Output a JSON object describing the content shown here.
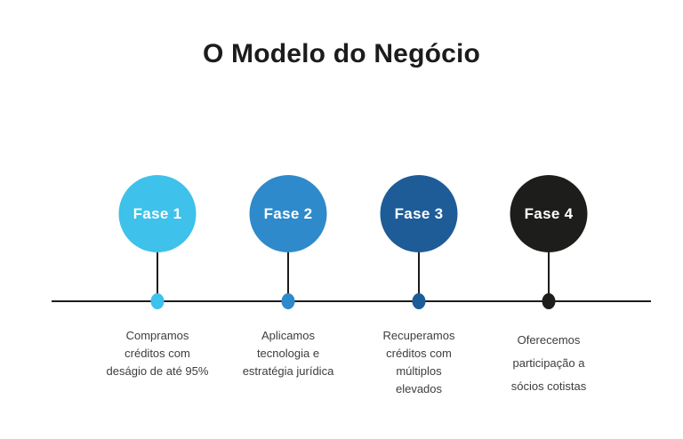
{
  "header": {
    "title": "O Modelo do Negócio",
    "title_color": "#1c1c1c"
  },
  "timeline": {
    "line_color": "#1b1b1b"
  },
  "phases": [
    {
      "label": "Fase 1",
      "color": "#3ec1ea",
      "description": [
        "Compramos",
        "créditos com",
        "deságio de até 95%"
      ]
    },
    {
      "label": "Fase 2",
      "color": "#2e8aca",
      "description": [
        "Aplicamos",
        "tecnologia e",
        "estratégia jurídica"
      ]
    },
    {
      "label": "Fase 3",
      "color": "#1e5c98",
      "description": [
        "Recuperamos",
        "créditos com",
        "múltiplos",
        "elevados"
      ]
    },
    {
      "label": "Fase 4",
      "color": "#1d1d1b",
      "description": [
        "Oferecemos",
        "participação a",
        "sócios cotistas"
      ]
    }
  ]
}
